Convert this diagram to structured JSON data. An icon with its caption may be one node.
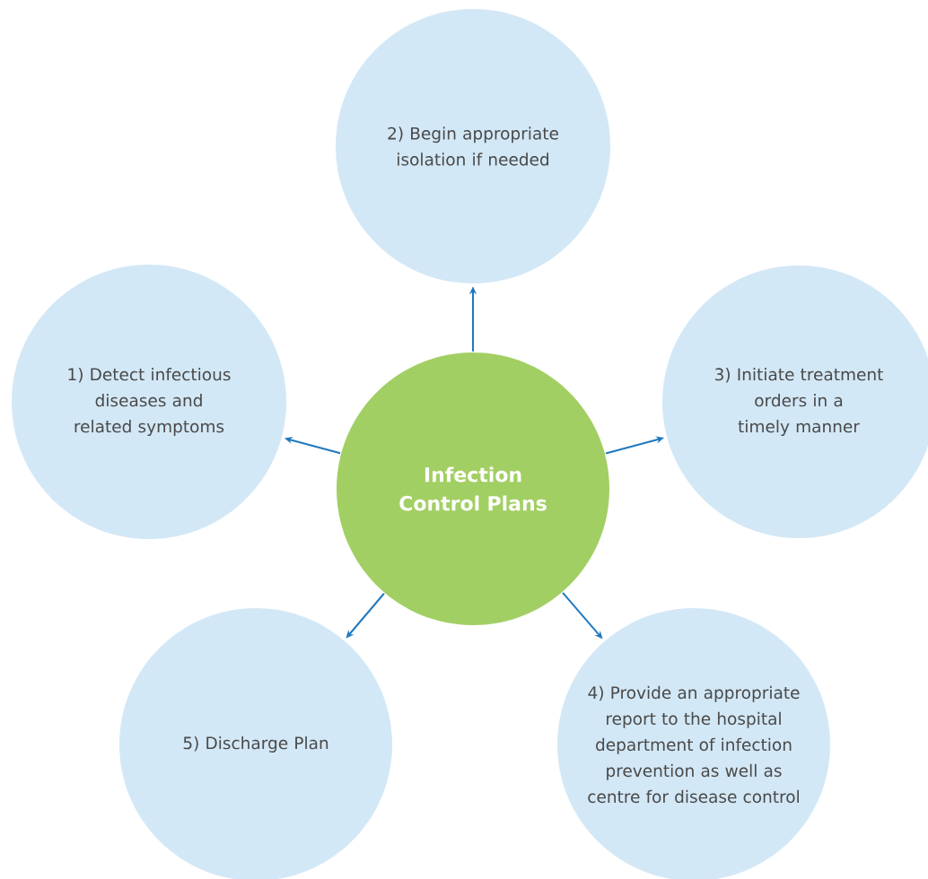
{
  "diagram": {
    "nodes": [
      {
        "text": [
          "Infection Control Plans"
        ]
      },
      {
        "text": [
          "1) Detect infectious diseases and related symptoms"
        ]
      },
      {
        "text": [
          "2) Begin appropriate isolation if needed"
        ]
      },
      {
        "text": [
          "3) Initiate treatment orders in a timely manner"
        ]
      },
      {
        "text": [
          "4) Provide an appropriate report to the hospital department of infection prevention as well as centre for disease control"
        ]
      },
      {
        "text": [
          "5) Discharge Plan"
        ]
      }
    ],
    "edges": [
      {
        "from": 0,
        "to": 1,
        "arrow": "to"
      },
      {
        "from": 0,
        "to": 2,
        "arrow": "to"
      },
      {
        "from": 0,
        "to": 3,
        "arrow": "to"
      },
      {
        "from": 0,
        "to": 4,
        "arrow": "to"
      },
      {
        "from": 0,
        "to": 5,
        "arrow": "to"
      }
    ]
  }
}
